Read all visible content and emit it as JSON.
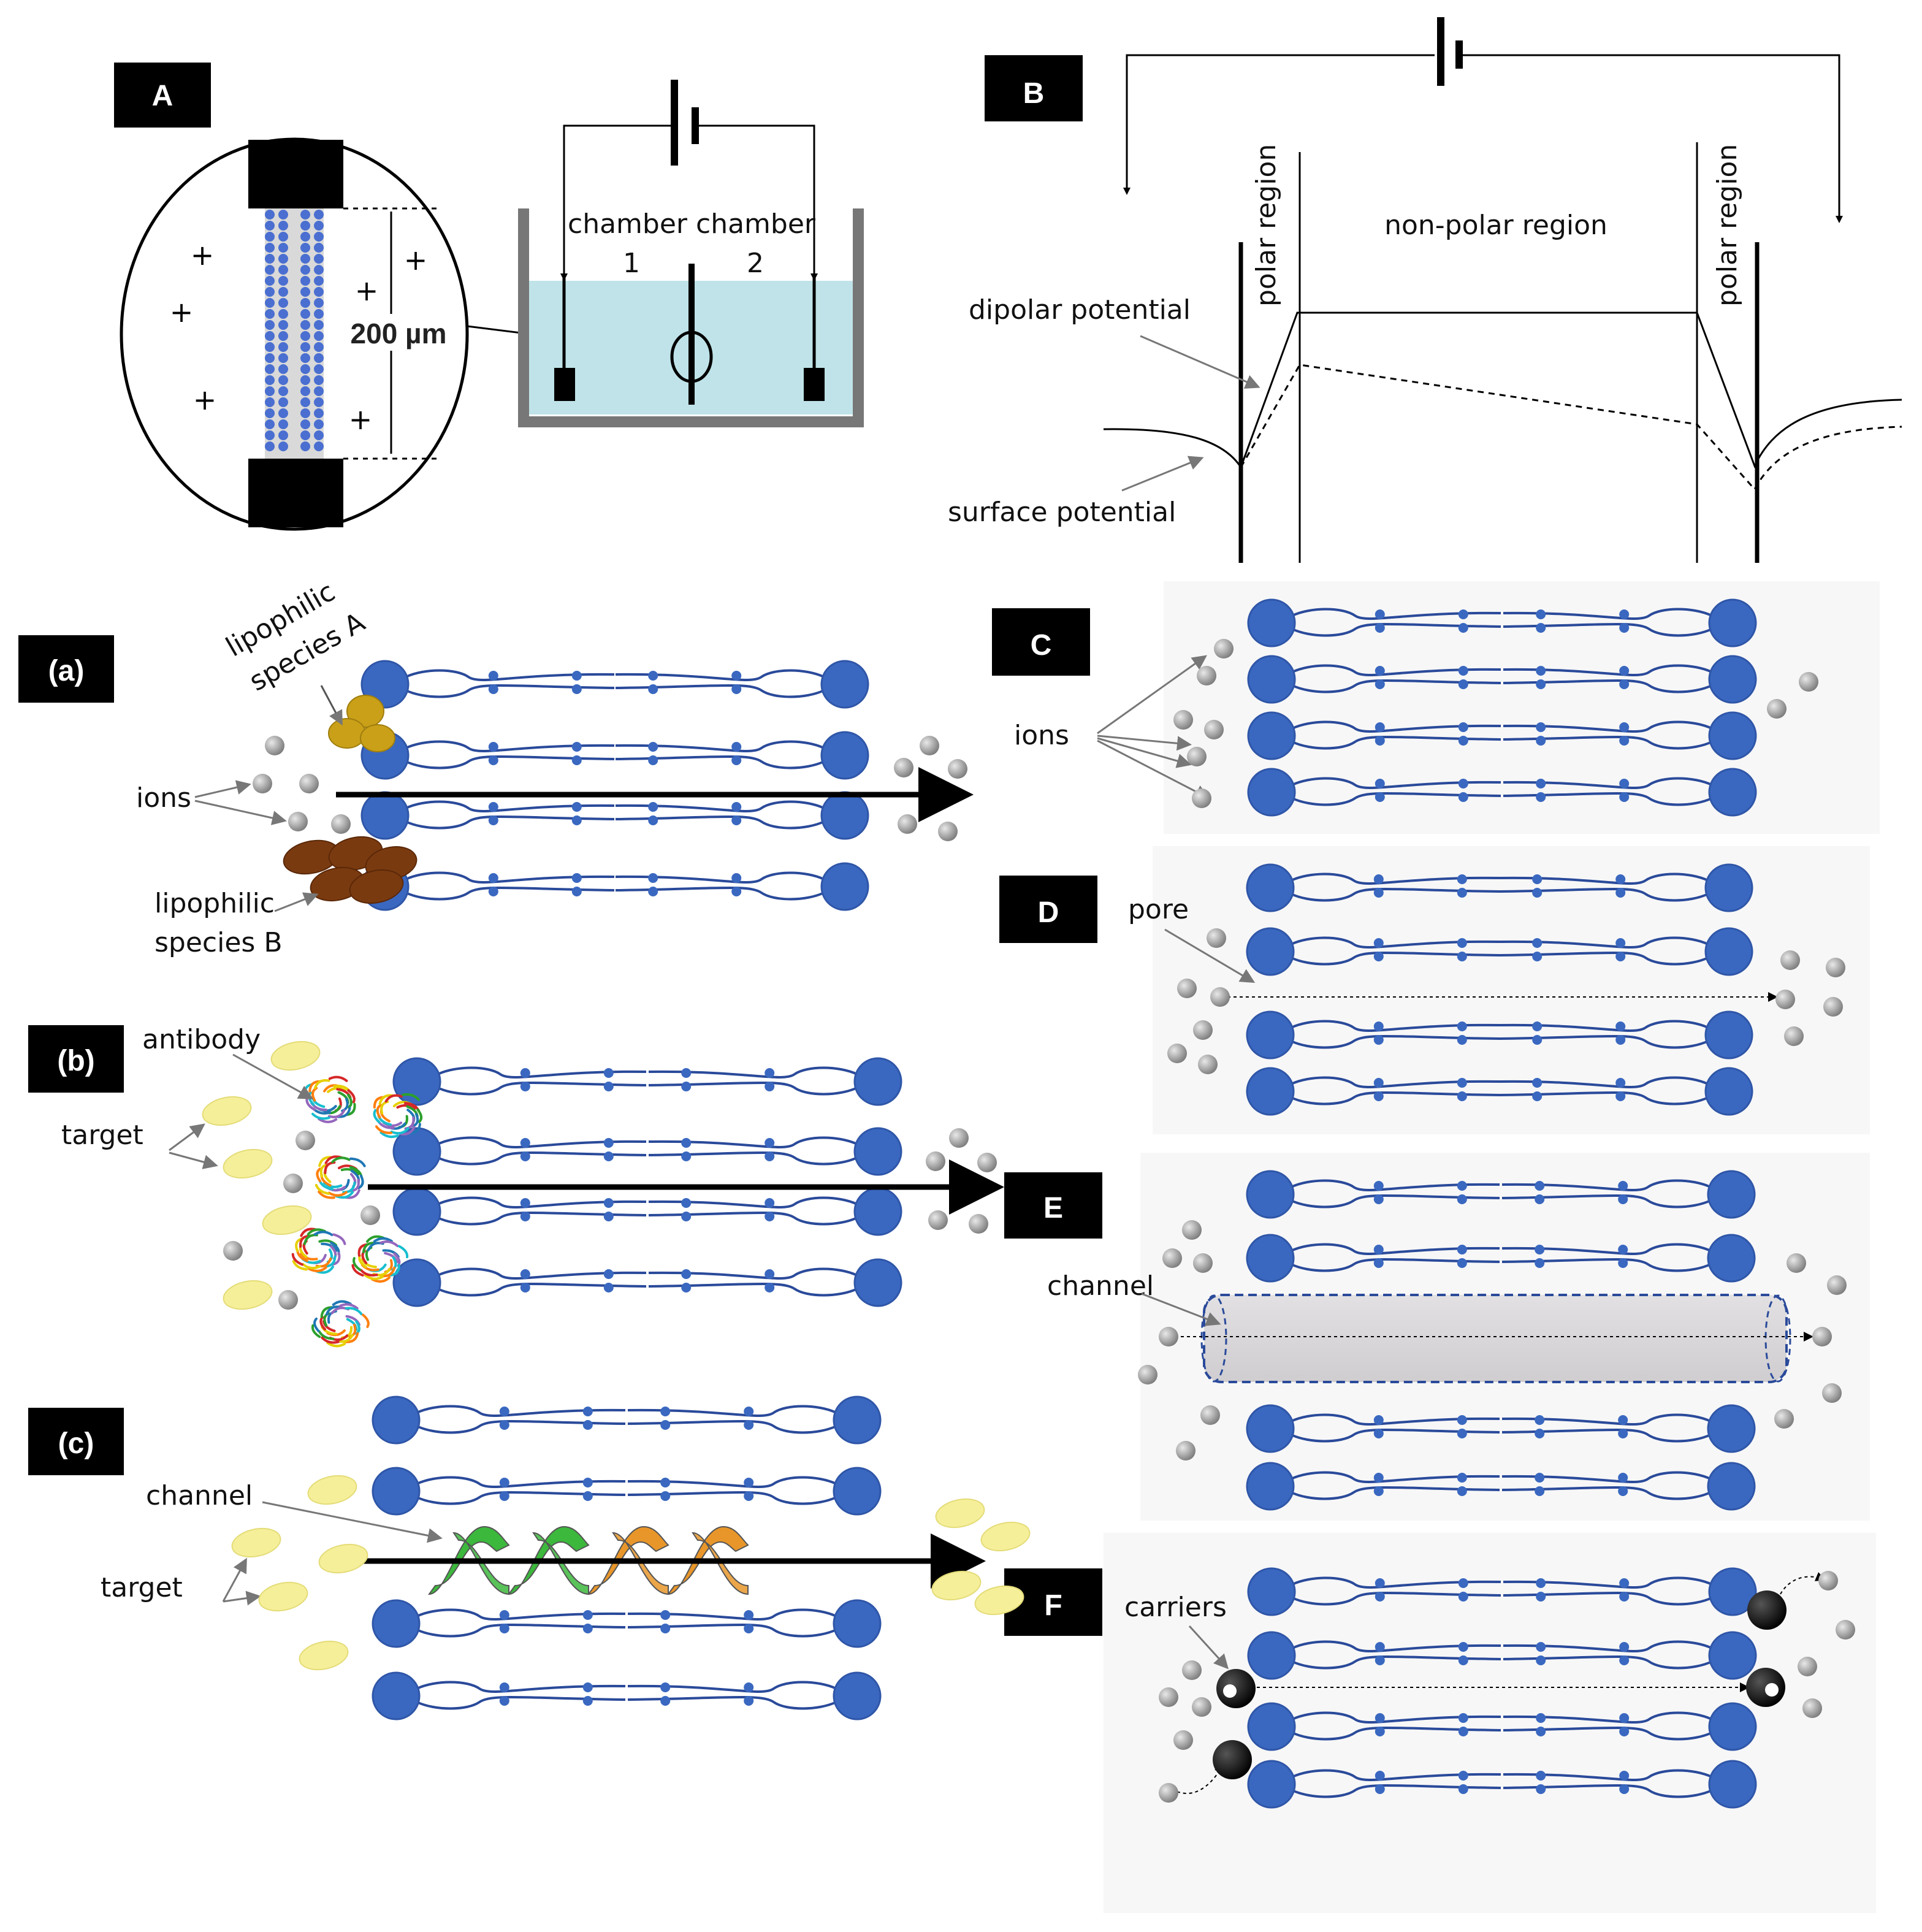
{
  "panel_tags": {
    "A": "A",
    "B": "B",
    "C": "C",
    "D": "D",
    "E": "E",
    "F": "F",
    "a": "(a)",
    "b": "(b)",
    "c": "(c)"
  },
  "panel_A": {
    "chamber_1_label": "chamber",
    "chamber_1_number": "1",
    "chamber_2_label": "chamber",
    "chamber_2_number": "2",
    "scale_label": "200 µm"
  },
  "panel_B": {
    "polar_left": "polar region",
    "polar_right": "polar region",
    "nonpolar": "non-polar region",
    "dipolar": "dipolar potential",
    "surface": "surface potential"
  },
  "panel_a": {
    "species_A_line1": "lipophilic",
    "species_A_line2": "species A",
    "ions": "ions",
    "species_B_line1": "lipophilic",
    "species_B_line2": "species B"
  },
  "panel_b": {
    "antibody": "antibody",
    "target": "target"
  },
  "panel_c": {
    "channel": "channel",
    "target": "target"
  },
  "panel_C": {
    "ions": "ions"
  },
  "panel_D": {
    "pore": "pore"
  },
  "panel_E": {
    "channel": "channel"
  },
  "panel_F": {
    "carriers": "carriers"
  },
  "colors": {
    "lipid_head": "#3a68c0",
    "lipid_tail": "#2a4a9a",
    "ion": "#9a9a9a",
    "target": "#f6ef9a",
    "species_A": "#c9a018",
    "species_B": "#7a3a10",
    "water": "#bfe3e8",
    "helix_green": "#3cb83c",
    "helix_orange": "#e8962a"
  }
}
